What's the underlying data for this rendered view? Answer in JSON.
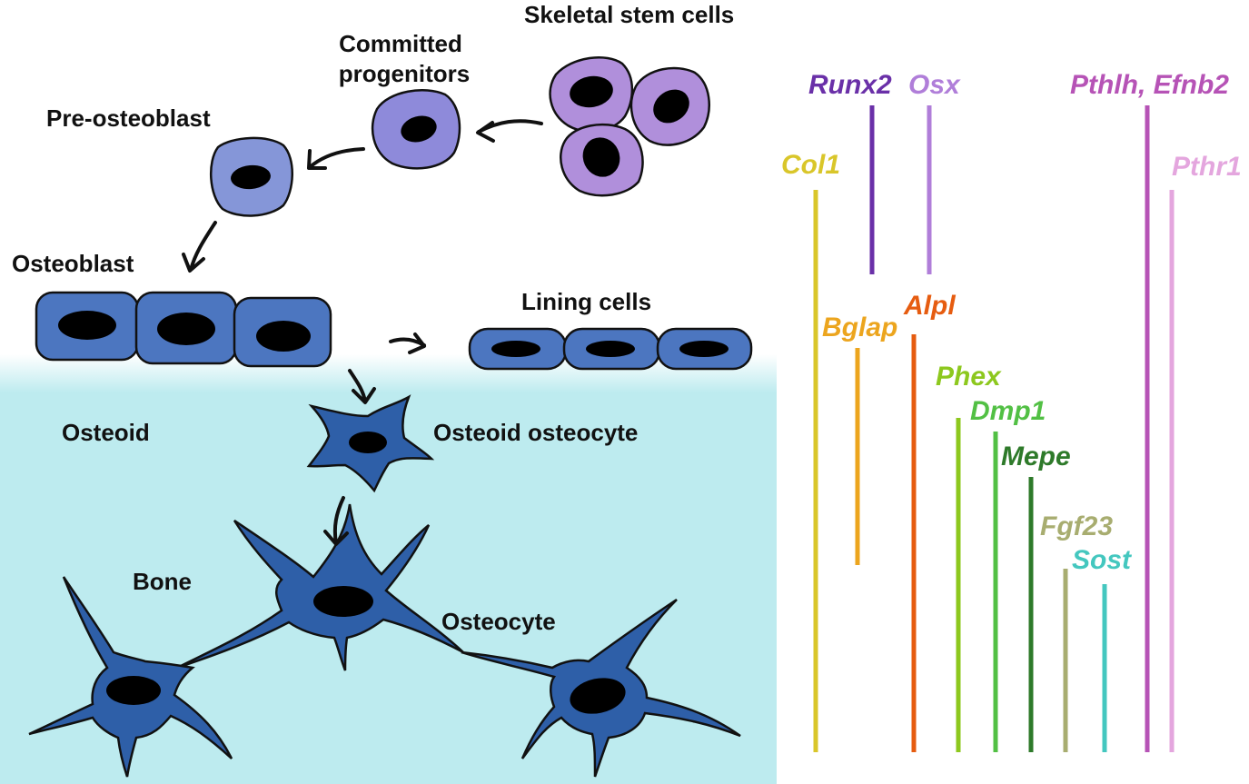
{
  "labels": {
    "skeletal_stem_cells": "Skeletal stem cells",
    "committed_line1": "Committed",
    "committed_line2": "progenitors",
    "pre_osteoblast": "Pre-osteoblast",
    "osteoblast": "Osteoblast",
    "lining_cells": "Lining cells",
    "osteoid": "Osteoid",
    "osteoid_osteocyte": "Osteoid osteocyte",
    "bone": "Bone",
    "osteocyte": "Osteocyte"
  },
  "colors": {
    "stem_cell": "#B08FDB",
    "progenitor": "#8E8ADA",
    "pre_osteoblast": "#8596D8",
    "osteoblast": "#4C76C0",
    "osteocyte": "#2E5FA8",
    "bone_matrix": "#BDEBEF"
  },
  "genes": [
    {
      "name": "Runx2",
      "color": "#6A30A8"
    },
    {
      "name": "Osx",
      "color": "#B07ED9"
    },
    {
      "name": "Pthlh, Efnb2",
      "color": "#B653B6"
    },
    {
      "name": "Col1",
      "color": "#D9C62A"
    },
    {
      "name": "Pthr1",
      "color": "#E4A6DE"
    },
    {
      "name": "Bglap",
      "color": "#ECA51E"
    },
    {
      "name": "Alpl",
      "color": "#E65C10"
    },
    {
      "name": "Phex",
      "color": "#8DC81E"
    },
    {
      "name": "Dmp1",
      "color": "#52C044"
    },
    {
      "name": "Mepe",
      "color": "#2E7A2A"
    },
    {
      "name": "Fgf23",
      "color": "#A8AD70"
    },
    {
      "name": "Sost",
      "color": "#44C7BF"
    }
  ]
}
